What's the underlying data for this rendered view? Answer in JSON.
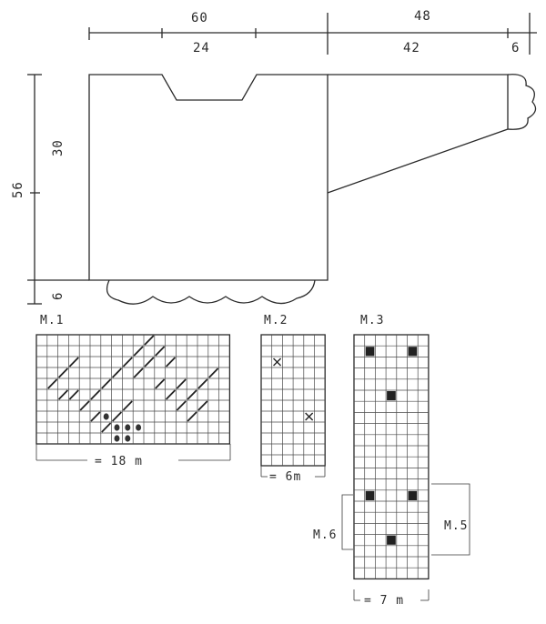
{
  "colors": {
    "ink": "#2a2a2a",
    "paper": "#ffffff"
  },
  "dimensions": {
    "top_width": "60",
    "sleeve_length": "48",
    "neck_width": "24",
    "sleeve_upper": "42",
    "sleeve_cuff": "6",
    "total_length": "56",
    "armhole_depth": "30",
    "hem_border": "6"
  },
  "charts": {
    "m1": {
      "label": "M.1",
      "width_note": "= 18 m",
      "cols": 18,
      "rows": 10,
      "slashes": [
        [
          2,
          3
        ],
        [
          3,
          2
        ],
        [
          1,
          4
        ],
        [
          2,
          5
        ],
        [
          3,
          5
        ],
        [
          4,
          6
        ],
        [
          5,
          5
        ],
        [
          6,
          4
        ],
        [
          7,
          3
        ],
        [
          8,
          2
        ],
        [
          9,
          1
        ],
        [
          10,
          0
        ],
        [
          9,
          3
        ],
        [
          10,
          2
        ],
        [
          11,
          1
        ],
        [
          12,
          2
        ],
        [
          11,
          4
        ],
        [
          12,
          5
        ],
        [
          13,
          4
        ],
        [
          14,
          5
        ],
        [
          15,
          4
        ],
        [
          16,
          3
        ],
        [
          15,
          6
        ],
        [
          14,
          7
        ],
        [
          13,
          6
        ],
        [
          8,
          6
        ],
        [
          7,
          7
        ],
        [
          6,
          8
        ],
        [
          5,
          7
        ]
      ],
      "dots": [
        [
          7,
          8
        ],
        [
          8,
          8
        ],
        [
          9,
          8
        ],
        [
          7,
          9
        ],
        [
          8,
          9
        ],
        [
          6,
          7
        ]
      ]
    },
    "m2": {
      "label": "M.2",
      "width_note": "= 6m",
      "cols": 6,
      "rows": 12,
      "crosses": [
        [
          1,
          2
        ],
        [
          4,
          7
        ]
      ]
    },
    "m3": {
      "label": "M.3",
      "width_note": "= 7 m",
      "cols": 7,
      "rows": 22,
      "squares": [
        [
          1,
          1
        ],
        [
          5,
          1
        ],
        [
          3,
          5
        ],
        [
          1,
          14
        ],
        [
          5,
          14
        ],
        [
          3,
          18
        ]
      ],
      "m5_label": "M.5",
      "m6_label": "M.6"
    }
  }
}
